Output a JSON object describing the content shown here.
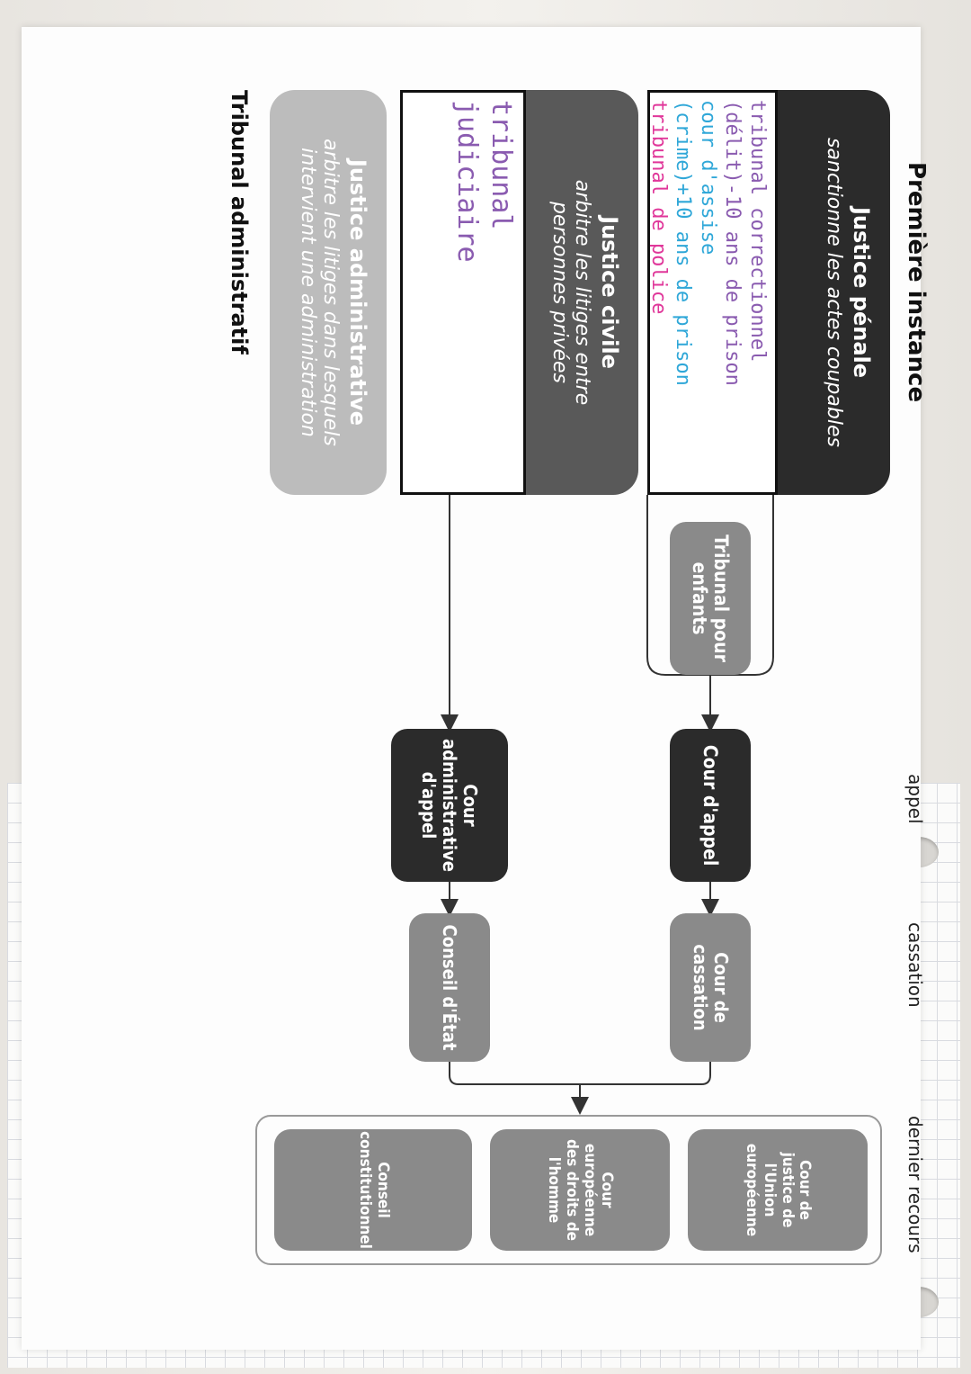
{
  "header": {
    "title": "Première instance"
  },
  "columns": {
    "appel": "appel",
    "cassation": "cassation",
    "dernier_recours": "dernier recours"
  },
  "penale": {
    "title": "Justice pénale",
    "subtitle": "sanctionne les actes coupables",
    "handwritten": [
      {
        "text": "tribunal correctionnel",
        "color": "#8a5bb0"
      },
      {
        "text": "(délit)-10 ans de prison",
        "color": "#8a5bb0"
      },
      {
        "text": "cour d'assise",
        "color": "#2fa7d8"
      },
      {
        "text": "(crime)+10 ans de prison",
        "color": "#2fa7d8"
      },
      {
        "text": "tribunal de police",
        "color": "#e0379a"
      }
    ]
  },
  "civile": {
    "title": "Justice civile",
    "subtitle_1": "arbitre les litiges entre",
    "subtitle_2": "personnes privées",
    "handwritten": [
      {
        "text": "tribunal",
        "color": "#8a5bb0"
      },
      {
        "text": "judiciaire",
        "color": "#8a5bb0"
      }
    ]
  },
  "administrative": {
    "title": "Justice administrative",
    "subtitle_1": "arbitre les litiges dans lesquels",
    "subtitle_2": "intervient une administration",
    "bottom_label": "Tribunal administratif"
  },
  "nodes": {
    "tribunal_enfants": "Tribunal pour enfants",
    "cour_appel": "Cour d'appel",
    "cour_admin_appel": "Cour administrative d'appel",
    "cour_cassation": "Cour de cassation",
    "conseil_etat": "Conseil d'État",
    "cour_justice_ue": "Cour de justice de l'Union européenne",
    "cedh": "Cour européenne des droits de l'homme",
    "conseil_constitutionnel": "Conseil constitutionnel"
  },
  "colors": {
    "dark": "#2b2b2b",
    "mid": "#595959",
    "grey": "#8a8a8a",
    "light": "#bcbcbc"
  }
}
